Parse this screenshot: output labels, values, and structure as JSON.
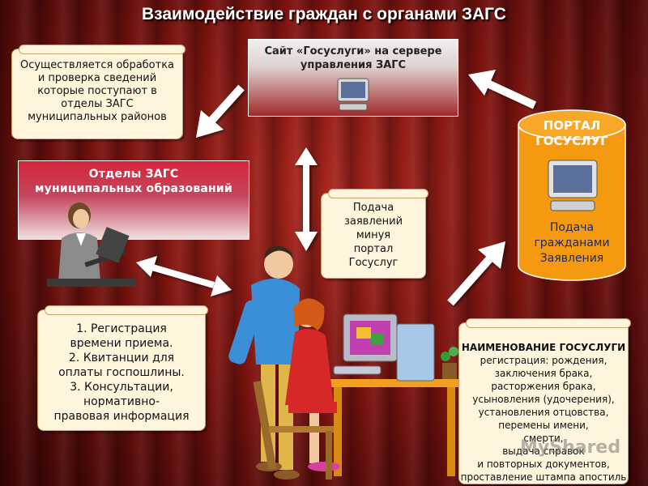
{
  "title": "Взаимодействие граждан с органами ЗАГС",
  "note_processing": {
    "lines": [
      "Осуществляется обработка",
      "и проверка сведений",
      "которые поступают в",
      "отделы ЗАГС",
      "муниципальных районов"
    ]
  },
  "gosuslugi_server": {
    "lines": [
      "Сайт «Госуслуги» на сервере",
      "управления ЗАГС"
    ]
  },
  "zags_departments": {
    "lines": [
      "Отделы ЗАГС",
      "муниципальных образований"
    ]
  },
  "portal": {
    "lines": [
      "ПОРТАЛ",
      "ГОСУСЛУГ"
    ],
    "caption": [
      "Подача",
      "гражданами",
      "Заявления"
    ]
  },
  "note_bypass": {
    "lines": [
      "Подача",
      "заявлений",
      "минуя",
      "портал",
      "Госуслуг"
    ]
  },
  "note_services": {
    "lines": [
      "1. Регистрация",
      "времени приема.",
      "2. Квитанции для",
      "оплаты госпошлины.",
      "3. Консультации,",
      "нормативно-",
      "правовая информация"
    ]
  },
  "note_names": {
    "heading": "НАИМЕНОВАНИЕ ГОСУСЛУГИ",
    "lines": [
      "регистрация: рождения,",
      "заключения брака,",
      "расторжения брака,",
      "усыновления (удочерения),",
      "установления отцовства,",
      "перемены имени,",
      "смерти,",
      "выдача справок",
      "и повторных документов,",
      "проставление штампа апостиль"
    ]
  },
  "watermark": "MyShared",
  "colors": {
    "background": "#7e1410",
    "panel_text": "#ffffff",
    "portal_fill": "#f59a10",
    "arrow": "#ffffff"
  }
}
